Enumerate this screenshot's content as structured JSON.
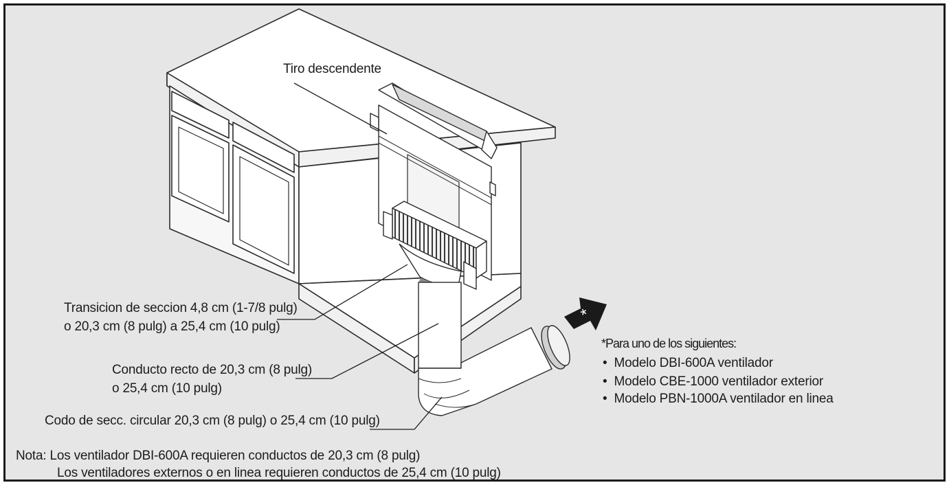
{
  "labels": {
    "downdraft": "Tiro descendente",
    "transition_line1": "Transicion de seccion 4,8 cm (1-7/8 pulg)",
    "transition_line2": "o 20,3 cm (8 pulg) a 25,4 cm (10 pulg)",
    "duct_line1": "Conducto recto de 20,3 cm (8 pulg)",
    "duct_line2": "o 25,4 cm (10 pulg)",
    "elbow": "Codo de secc. circular 20,3 cm (8 pulg) o 25,4 cm (10 pulg)"
  },
  "arrow_mark": "*",
  "options": {
    "heading": "*Para uno de los siguientes:",
    "items": [
      "Modelo DBI-600A ventilador",
      "Modelo CBE-1000 ventilador exterior",
      "Modelo PBN-1000A ventilador en linea"
    ]
  },
  "note": {
    "line1": "Nota: Los ventilador DBI-600A requieren conductos de 20,3 cm (8 pulg)",
    "line2": "Los ventiladores externos o en linea requieren conductos de 25,4 cm (10 pulg)"
  },
  "colors": {
    "background": "#e6e6e6",
    "line": "#2b2b2b",
    "surface": "#ffffff",
    "dark_arrow": "#1a1a1a"
  },
  "icons": [
    "exhaust-arrow-icon"
  ]
}
